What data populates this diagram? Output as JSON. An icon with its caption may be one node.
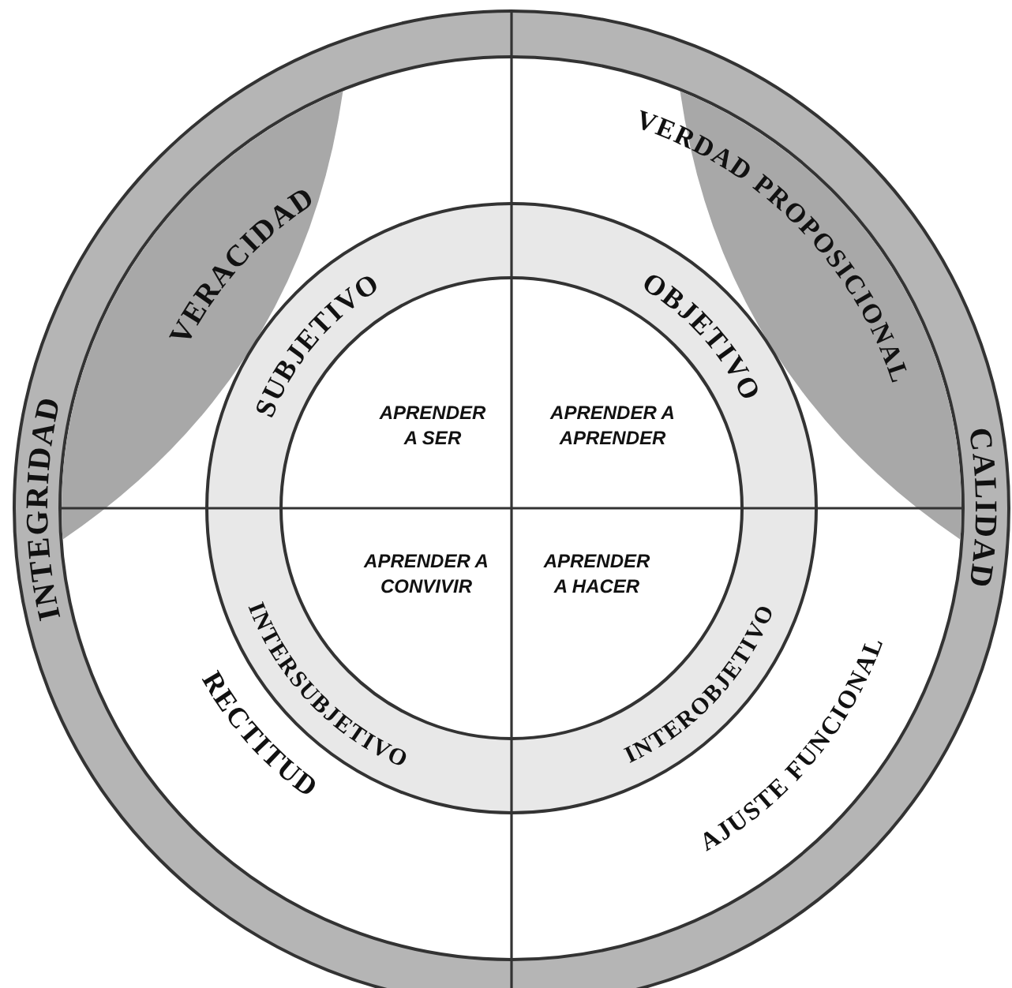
{
  "diagram": {
    "labels": [
      "INTEGRIDAD",
      "VERACIDAD",
      "VERDAD PROPOSICIONAL",
      "SUBJETIVO",
      "OBJETIVO",
      "APRENDER A SER",
      "APRENDER A APRENDER",
      "CALIDAD",
      "APRENDER A CONVIVIR",
      "APRENDER A HACER",
      "RECTITUD",
      "INTERSUBJETIVO",
      "INTEROBJETIVO",
      "AJUSTE FUNCIONAL"
    ]
  }
}
